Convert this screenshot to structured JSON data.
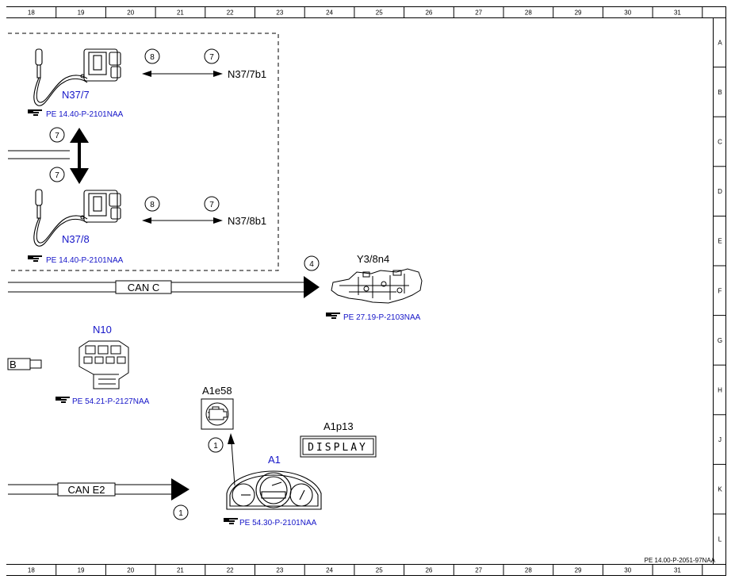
{
  "grid": {
    "columns": [
      "18",
      "19",
      "20",
      "21",
      "22",
      "23",
      "24",
      "25",
      "26",
      "27",
      "28",
      "29",
      "30",
      "31"
    ],
    "rows": [
      "A",
      "B",
      "C",
      "D",
      "E",
      "F",
      "G",
      "H",
      "J",
      "K",
      "L"
    ]
  },
  "components": {
    "n37_7": {
      "label": "N37/7",
      "ref": "PE 14.40-P-2101NAA"
    },
    "n37_8": {
      "label": "N37/8",
      "ref": "PE 14.40-P-2101NAA"
    },
    "y3_8n4": {
      "label": "Y3/8n4",
      "ref": "PE 27.19-P-2103NAA"
    },
    "n10": {
      "label": "N10",
      "ref": "PE 54.21-P-2127NAA"
    },
    "a1e58": {
      "label": "A1e58"
    },
    "a1p13": {
      "label": "A1p13",
      "display_text": "DISPLAY"
    },
    "a1": {
      "label": "A1",
      "ref": "PE 54.30-P-2101NAA"
    }
  },
  "signals": {
    "n37_7b1": {
      "label": "N37/7b1",
      "left_num": "8",
      "right_num": "7"
    },
    "n37_8b1": {
      "label": "N37/8b1",
      "left_num": "8",
      "right_num": "7"
    },
    "vertical": {
      "top_num": "7",
      "bottom_num": "7"
    },
    "y3_num": "4",
    "a1e58_num": "1",
    "can_e2_num": "1"
  },
  "buses": {
    "can_c": "CAN C",
    "can_e2": "CAN E2",
    "b": "B"
  },
  "footer": {
    "doc_ref": "PE 14.00-P-2051-97NAA"
  },
  "colors": {
    "component_label": "#1515c8",
    "line": "#000000"
  }
}
